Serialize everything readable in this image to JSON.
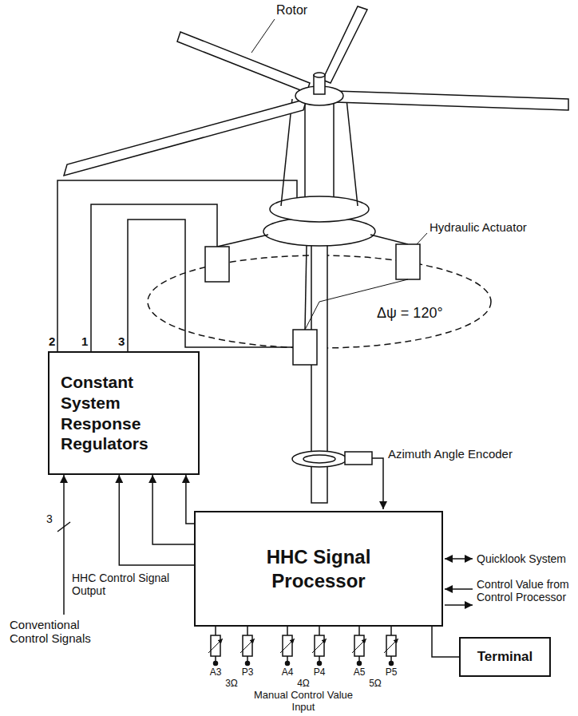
{
  "diagram": {
    "nodes": [
      {
        "text": [
          "Constant System Response Regulators"
        ]
      },
      {
        "text": [
          "HHC Signal Processor"
        ]
      },
      {
        "text": [
          "Terminal"
        ]
      }
    ],
    "edges": [
      {
        "from": 1,
        "to": 0,
        "arrow": "to"
      },
      {
        "from": 1,
        "to": 0,
        "arrow": "to"
      },
      {
        "from": 1,
        "to": 0,
        "arrow": "to"
      },
      {
        "from": 1,
        "to": 2,
        "arrow": "none"
      }
    ],
    "labels": [
      "Rotor",
      "Hydraulic Actuator",
      "Δψ = 120°",
      "Azimuth Angle Encoder",
      "2",
      "1",
      "3",
      "Quicklook System",
      "Control Value from Control Processor",
      "3",
      "HHC Control Signal Output",
      "Conventional Control Signals",
      "A3",
      "P3",
      "A4",
      "P4",
      "A5",
      "P5",
      "3Ω",
      "4Ω",
      "5Ω",
      "Manual Control Value Input"
    ]
  }
}
